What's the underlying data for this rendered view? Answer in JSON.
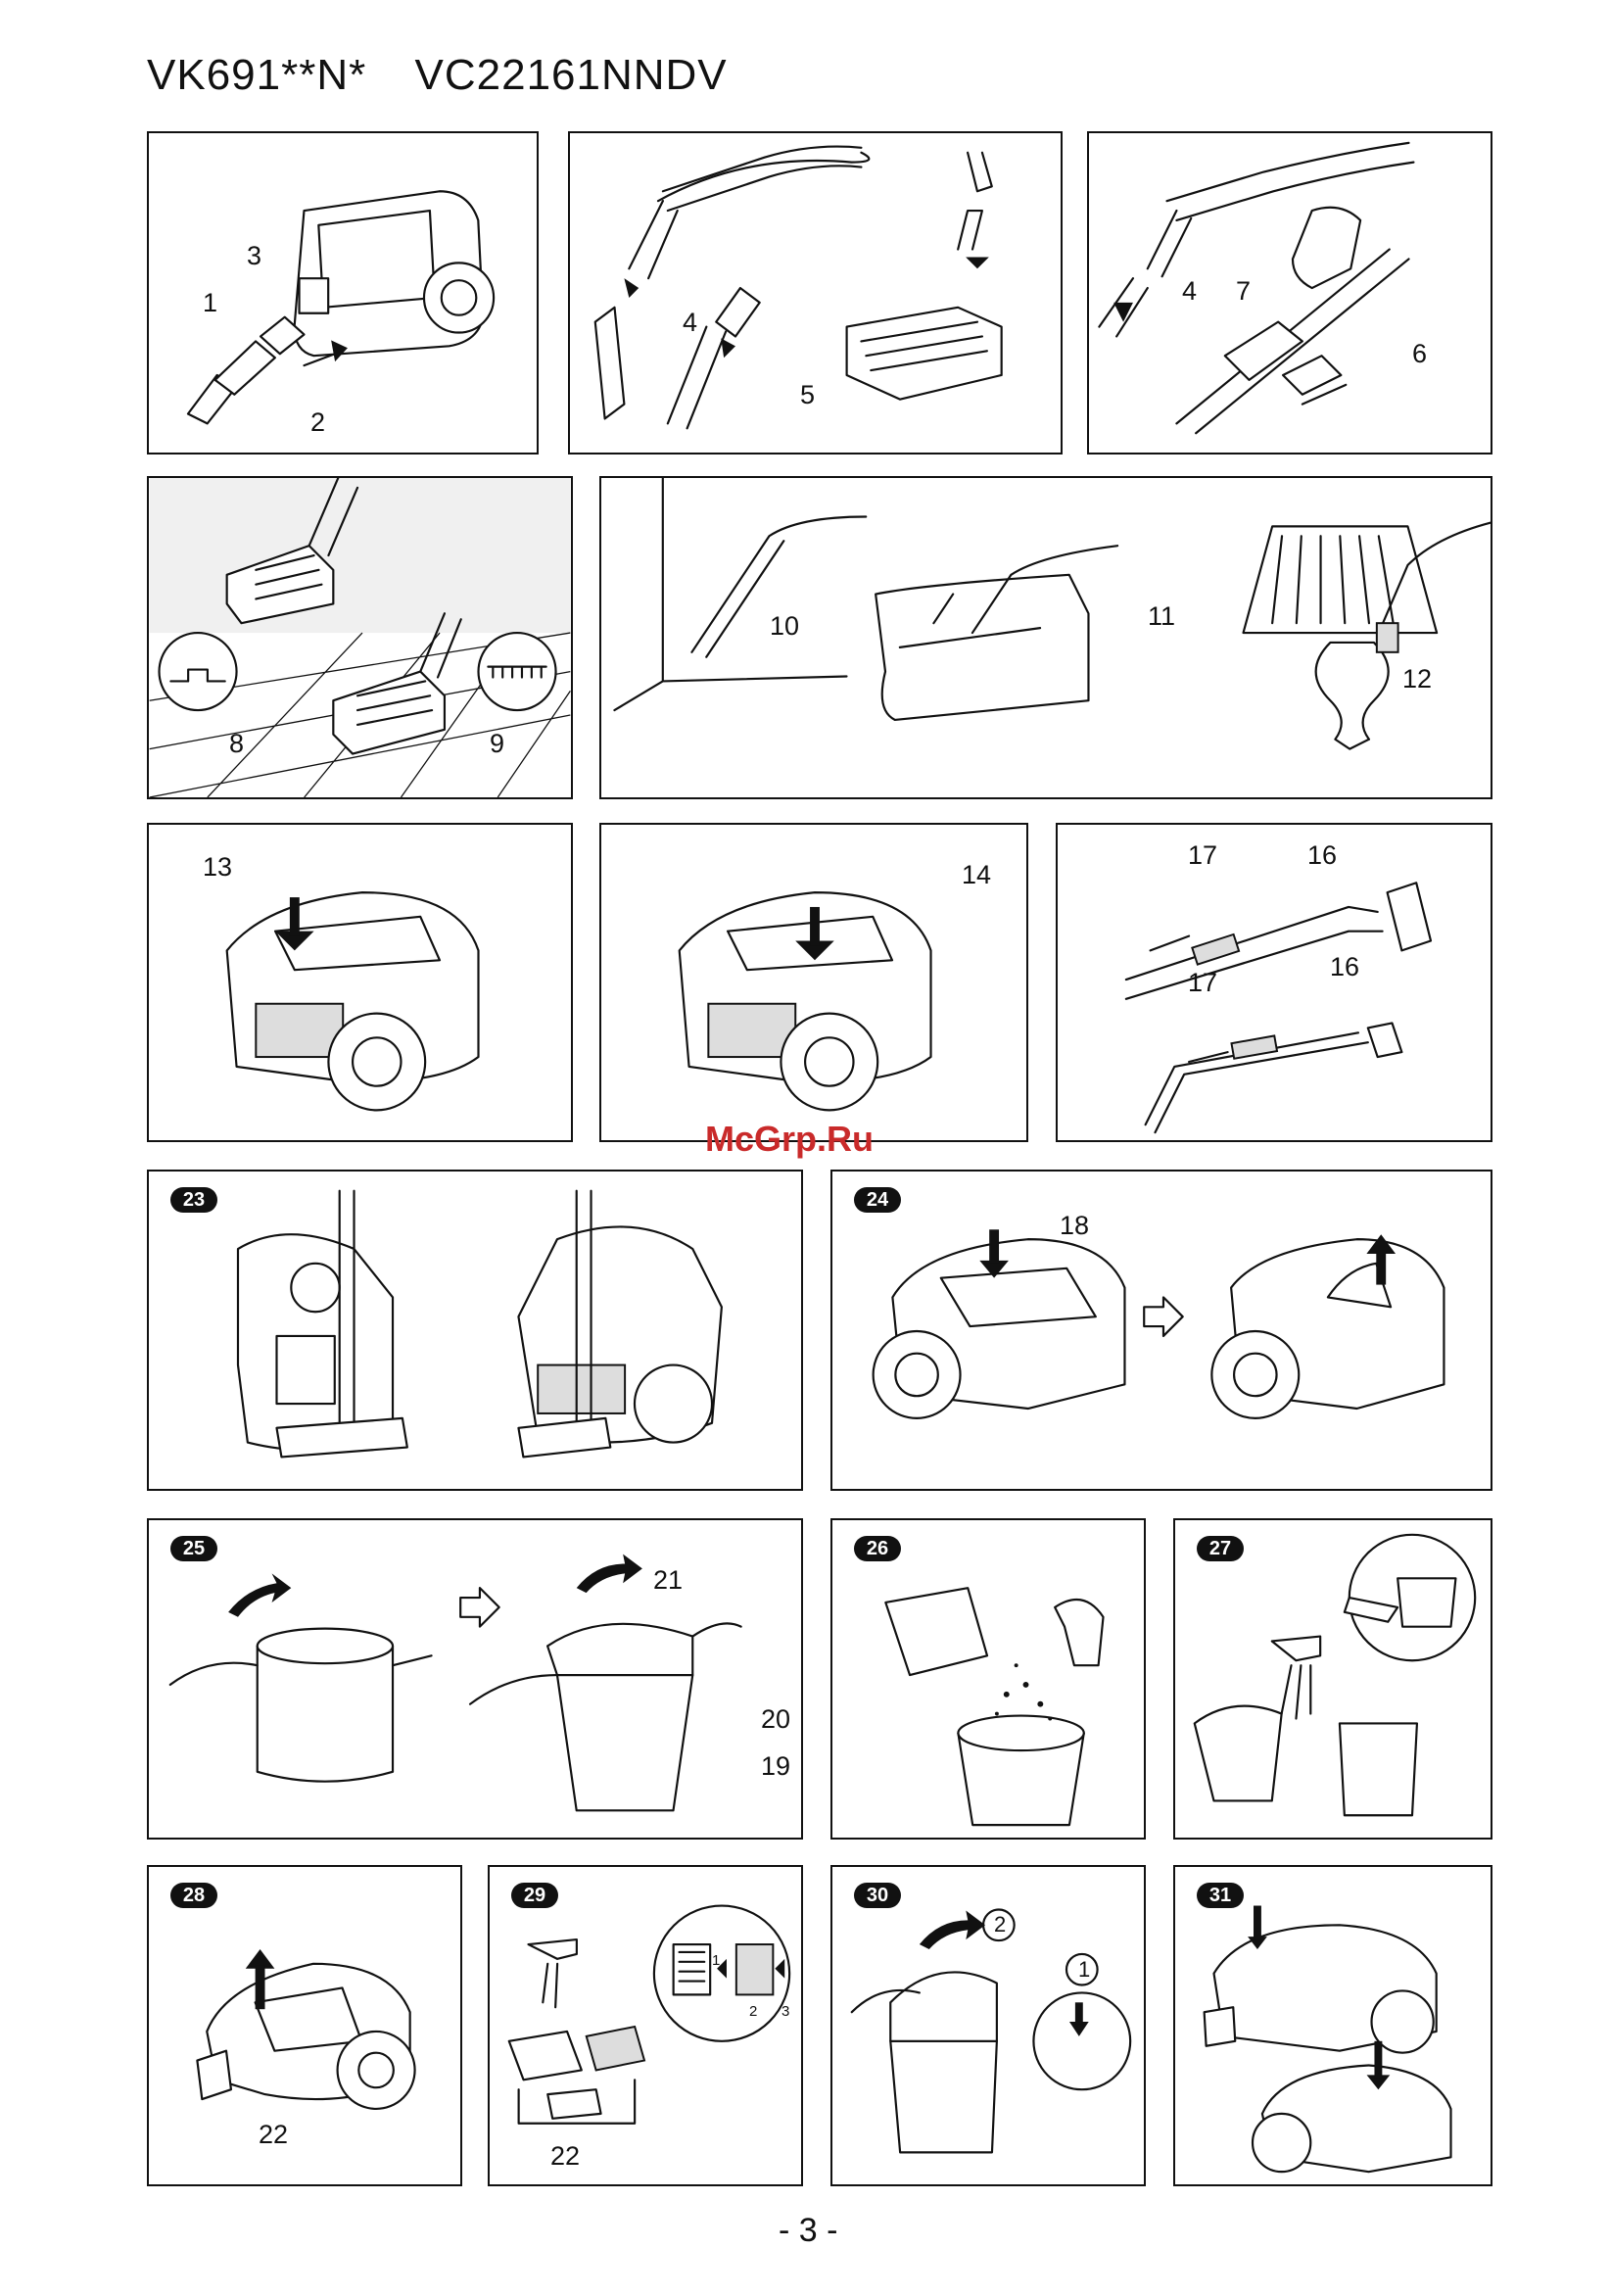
{
  "header": {
    "model_a": "VK691**N*",
    "model_b": "VC22161NNDV"
  },
  "watermark": "McGrp.Ru",
  "page_number": "- 3 -",
  "panels": {
    "p1": {
      "labels": [
        "1",
        "2",
        "3"
      ]
    },
    "p2": {
      "labels": [
        "4",
        "5"
      ]
    },
    "p3": {
      "labels": [
        "4",
        "7",
        "6"
      ]
    },
    "p4": {
      "labels": [
        "8",
        "9"
      ]
    },
    "p5": {
      "labels": [
        "10",
        "11",
        "12"
      ]
    },
    "p6": {
      "labels": [
        "13"
      ]
    },
    "p7": {
      "labels": [
        "14"
      ]
    },
    "p8": {
      "labels": [
        "17",
        "16",
        "17",
        "16"
      ]
    },
    "p23": {
      "badge": "23"
    },
    "p24": {
      "badge": "24",
      "labels": [
        "18"
      ]
    },
    "p25": {
      "badge": "25",
      "labels": [
        "21",
        "20",
        "19"
      ]
    },
    "p26": {
      "badge": "26"
    },
    "p27": {
      "badge": "27"
    },
    "p28": {
      "badge": "28",
      "labels": [
        "22"
      ]
    },
    "p29": {
      "badge": "29",
      "labels": [
        "22"
      ],
      "steps": [
        "1",
        "2",
        "3"
      ]
    },
    "p30": {
      "badge": "30",
      "labels": [
        "2",
        "1"
      ]
    },
    "p31": {
      "badge": "31"
    }
  }
}
